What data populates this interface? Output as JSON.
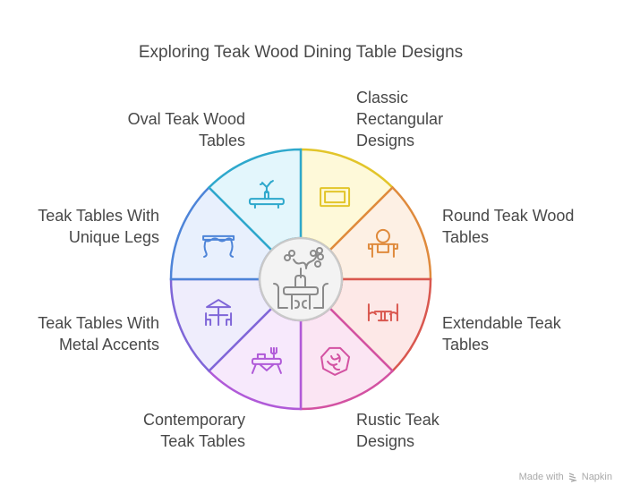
{
  "title": "Exploring Teak Wood Dining Table Designs",
  "center": {
    "icon": "table-with-tree-icon",
    "color": "#8a8a8a",
    "fill": "#f3f3f3"
  },
  "segments": [
    {
      "label": "Classic\nRectangular\nDesigns",
      "icon": "rectangle-frame-icon",
      "stroke": "#e2c52a",
      "fill": "#fef9d9"
    },
    {
      "label": "Round Teak Wood\nTables",
      "icon": "round-table-icon",
      "stroke": "#df8a3c",
      "fill": "#fdf0e4"
    },
    {
      "label": "Extendable Teak\nTables",
      "icon": "extendable-table-icon",
      "stroke": "#d9574f",
      "fill": "#fde8e7"
    },
    {
      "label": "Rustic Teak\nDesigns",
      "icon": "rustic-wood-icon",
      "stroke": "#d352a2",
      "fill": "#fbe5f3"
    },
    {
      "label": "Contemporary\nTeak Tables",
      "icon": "contemporary-table-icon",
      "stroke": "#b05ad8",
      "fill": "#f7e9fc"
    },
    {
      "label": "Teak Tables With\nMetal Accents",
      "icon": "patio-table-umbrella-icon",
      "stroke": "#7f66d8",
      "fill": "#efedfc"
    },
    {
      "label": "Teak Tables With\nUnique Legs",
      "icon": "curved-leg-table-icon",
      "stroke": "#4d84d8",
      "fill": "#e8f0fd"
    },
    {
      "label": "Oval Teak Wood\nTables",
      "icon": "oval-table-vase-icon",
      "stroke": "#2ea8cc",
      "fill": "#e3f6fc"
    }
  ],
  "footer": {
    "text": "Made with",
    "brand": "Napkin"
  }
}
